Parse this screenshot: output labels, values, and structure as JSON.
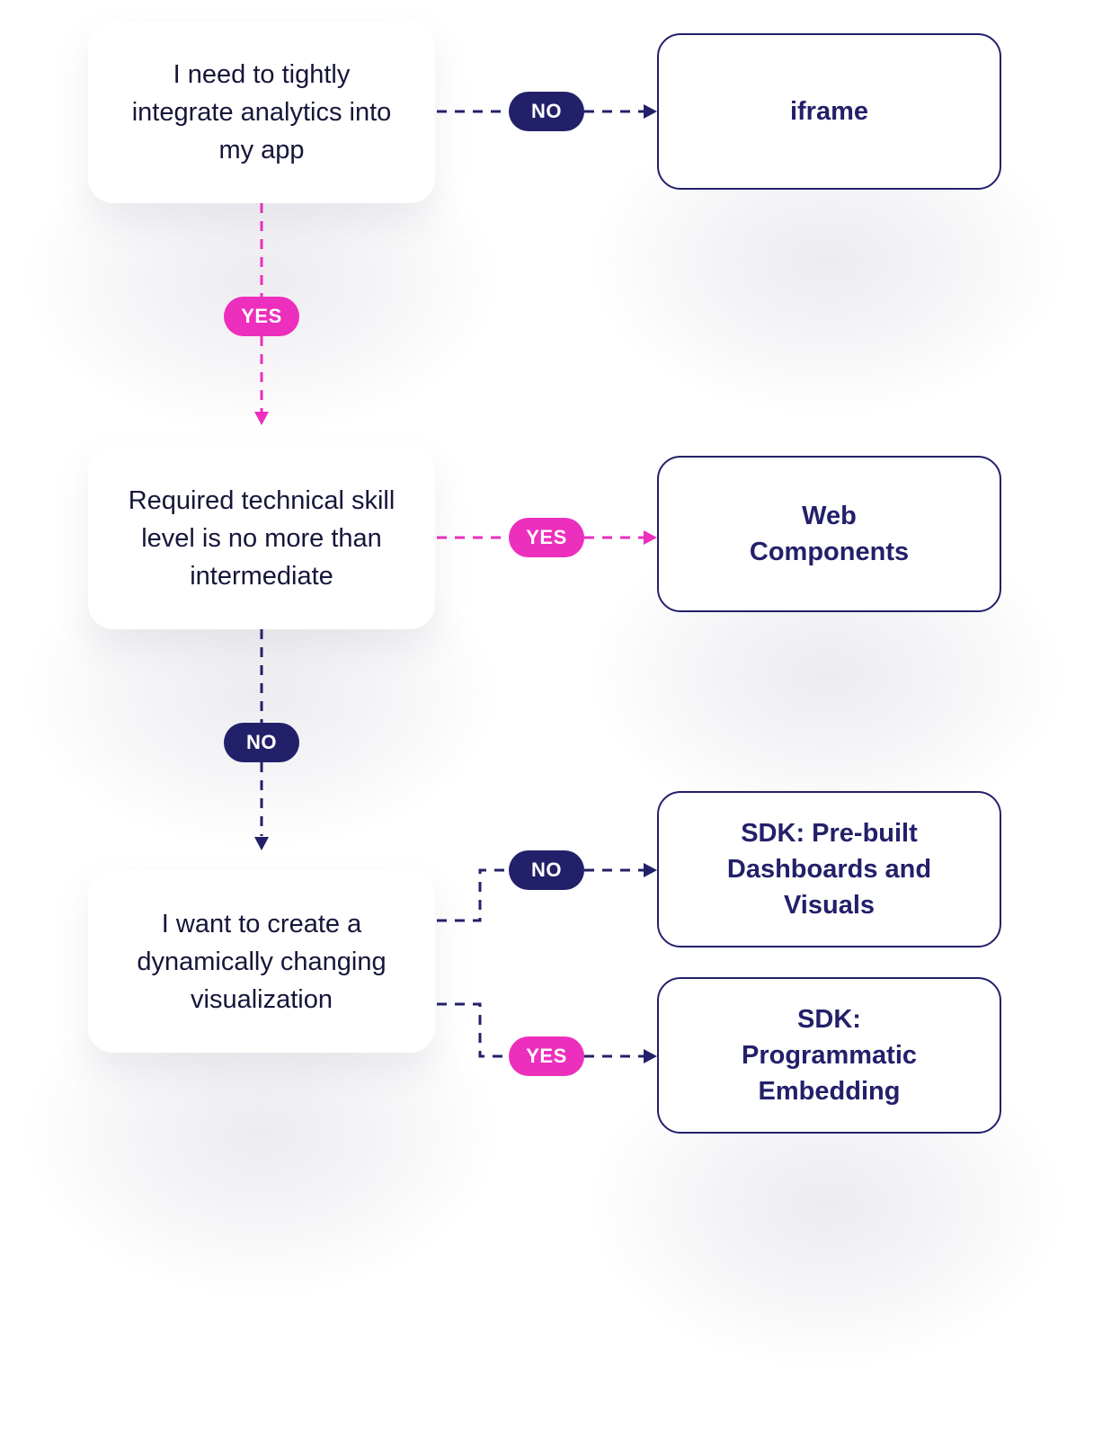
{
  "colors": {
    "navy": "#23206a",
    "magenta": "#ec2fbd",
    "question_text": "#16163a"
  },
  "questions": [
    {
      "text": "I need to tightly integrate analytics into my app"
    },
    {
      "text": "Required technical skill level is no more than intermediate"
    },
    {
      "text": "I want to create a dynamically changing visualization"
    }
  ],
  "answers": [
    {
      "text": "iframe"
    },
    {
      "text": "Web Components"
    },
    {
      "text": "SDK: Pre-built Dashboards and Visuals"
    },
    {
      "text": "SDK: Programmatic Embedding"
    }
  ],
  "labels": {
    "q1_to_iframe": "NO",
    "q1_to_q2": "YES",
    "q2_to_web_components": "YES",
    "q2_to_q3": "NO",
    "q3_to_prebuilt": "NO",
    "q3_to_programmatic": "YES"
  }
}
